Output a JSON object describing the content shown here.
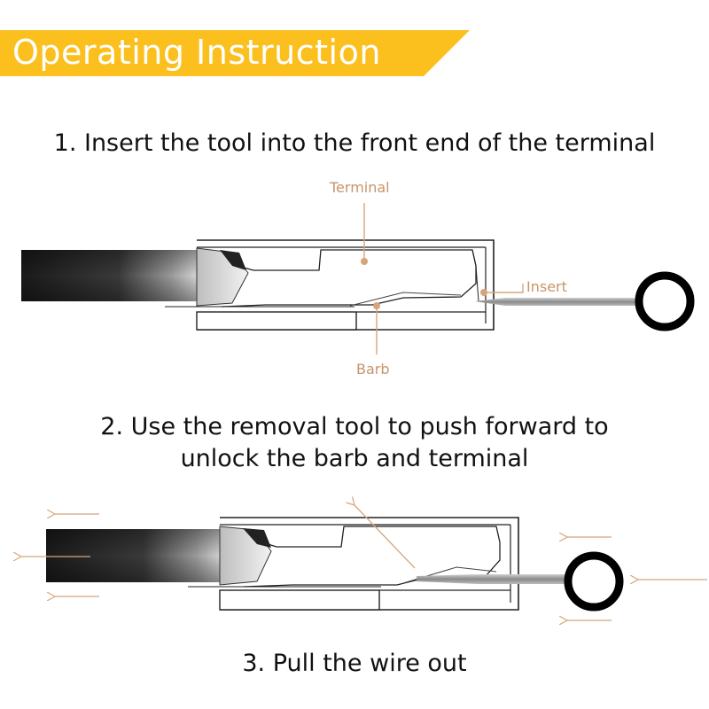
{
  "title": "Operating Instruction",
  "steps": [
    "1. Insert the tool into the front end of the terminal",
    "2. Use the removal tool to push forward to unlock the barb and terminal",
    "3. Pull the wire out"
  ],
  "step2_lines": [
    "2. Use the removal tool to push forward to",
    "unlock the barb and terminal"
  ],
  "labels": {
    "terminal": "Terminal",
    "insert": "Insert",
    "barb": "Barb"
  },
  "colors": {
    "banner": "#fbbf1e",
    "annotation": "#c8956a",
    "text": "#111111"
  }
}
